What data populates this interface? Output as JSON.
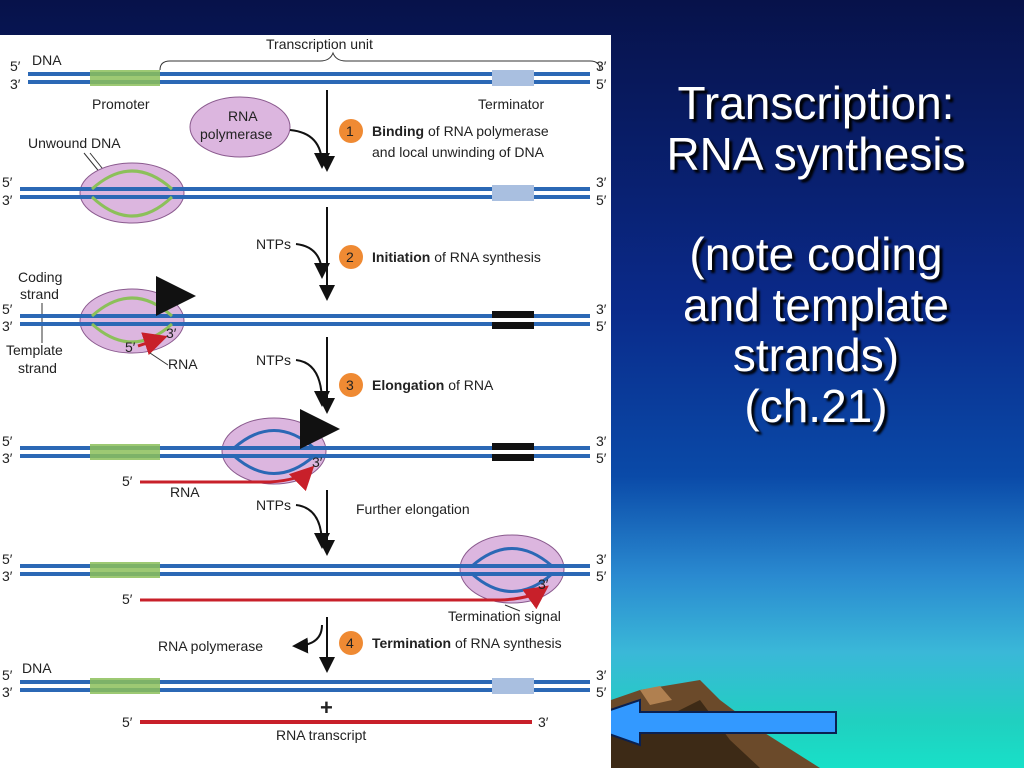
{
  "slide": {
    "title_line1": "Transcription:",
    "title_line2": "RNA synthesis",
    "note_line1": "(note coding",
    "note_line2": "and template",
    "note_line3": "strands)",
    "note_line4": "(ch.21)"
  },
  "figure": {
    "transcription_unit": "Transcription unit",
    "dna": "DNA",
    "promoter": "Promoter",
    "terminator": "Terminator",
    "rna_polymerase_l1": "RNA",
    "rna_polymerase_l2": "polymerase",
    "unwound_dna": "Unwound DNA",
    "coding_strand_l1": "Coding",
    "coding_strand_l2": "strand",
    "template_strand_l1": "Template",
    "template_strand_l2": "strand",
    "rna": "RNA",
    "ntps": "NTPs",
    "five_prime": "5′",
    "three_prime": "3′",
    "plus": "+",
    "rna_transcript": "RNA transcript",
    "rna_polymerase_release": "RNA polymerase",
    "further_elongation": "Further elongation",
    "termination_signal": "Termination signal",
    "steps": [
      {
        "num": "1",
        "bold": "Binding",
        "rest": " of RNA polymerase",
        "line2": "and local unwinding of DNA"
      },
      {
        "num": "2",
        "bold": "Initiation",
        "rest": " of RNA synthesis"
      },
      {
        "num": "3",
        "bold": "Elongation",
        "rest": " of RNA"
      },
      {
        "num": "4",
        "bold": "Termination",
        "rest": " of RNA synthesis"
      }
    ]
  },
  "colors": {
    "dna_blue": "#2b68b5",
    "promoter_green": "#8cc05a",
    "terminator_light": "#a9bfe0",
    "rna_red": "#c8202a",
    "polymerase_pink": "#dcb6df",
    "step_orange": "#ef8a33",
    "slide_text": "#ffffff",
    "arrow_blue": "#3399ff"
  }
}
